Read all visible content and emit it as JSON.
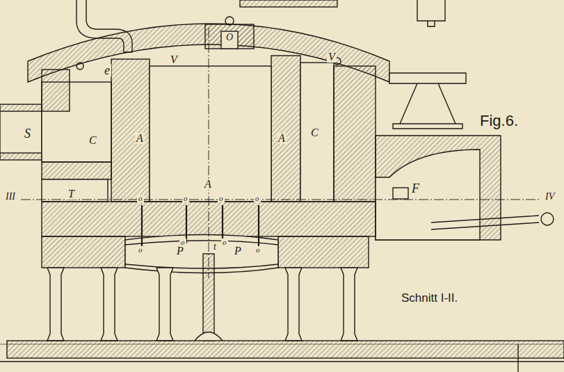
{
  "diagram": {
    "labels": [
      "e",
      "O",
      "V",
      "V",
      "S",
      "C",
      "A",
      "A",
      "C",
      "A",
      "III",
      "T",
      "F",
      "IV",
      "o",
      "o",
      "o",
      "o",
      "o",
      "o",
      "P",
      "t",
      "o",
      "P",
      "o",
      "Fig.6.",
      "Schnitt I-II."
    ]
  }
}
